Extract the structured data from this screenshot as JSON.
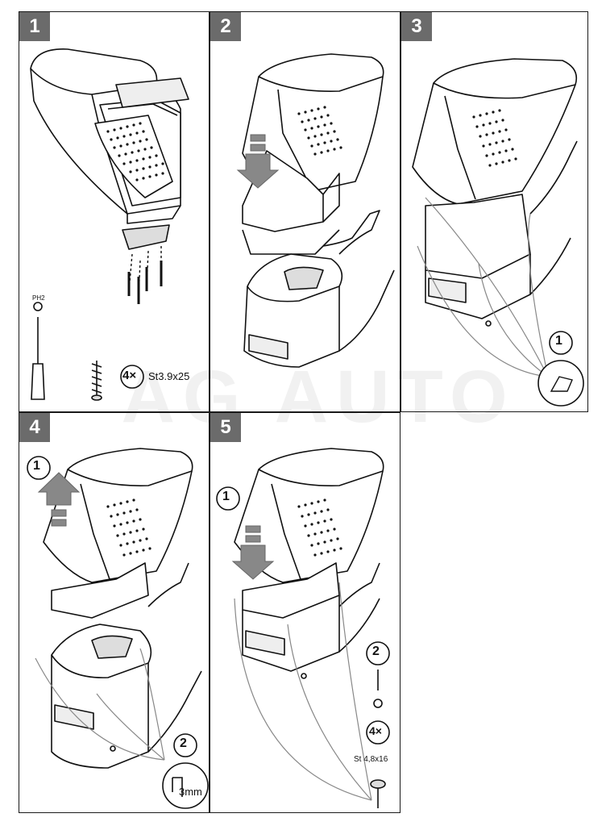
{
  "watermark": "AG AUTO",
  "steps": [
    {
      "number": "1",
      "tool_label": "PH2",
      "quantity": "4×",
      "screw_spec": "St3.9x25"
    },
    {
      "number": "2"
    },
    {
      "number": "3",
      "callout": "1"
    },
    {
      "number": "4",
      "callout_1": "1",
      "callout_2": "2",
      "drill_size": "3mm"
    },
    {
      "number": "5",
      "callout_1": "1",
      "callout_2": "2",
      "quantity": "4×",
      "screw_spec": "St 4,8x16"
    }
  ]
}
